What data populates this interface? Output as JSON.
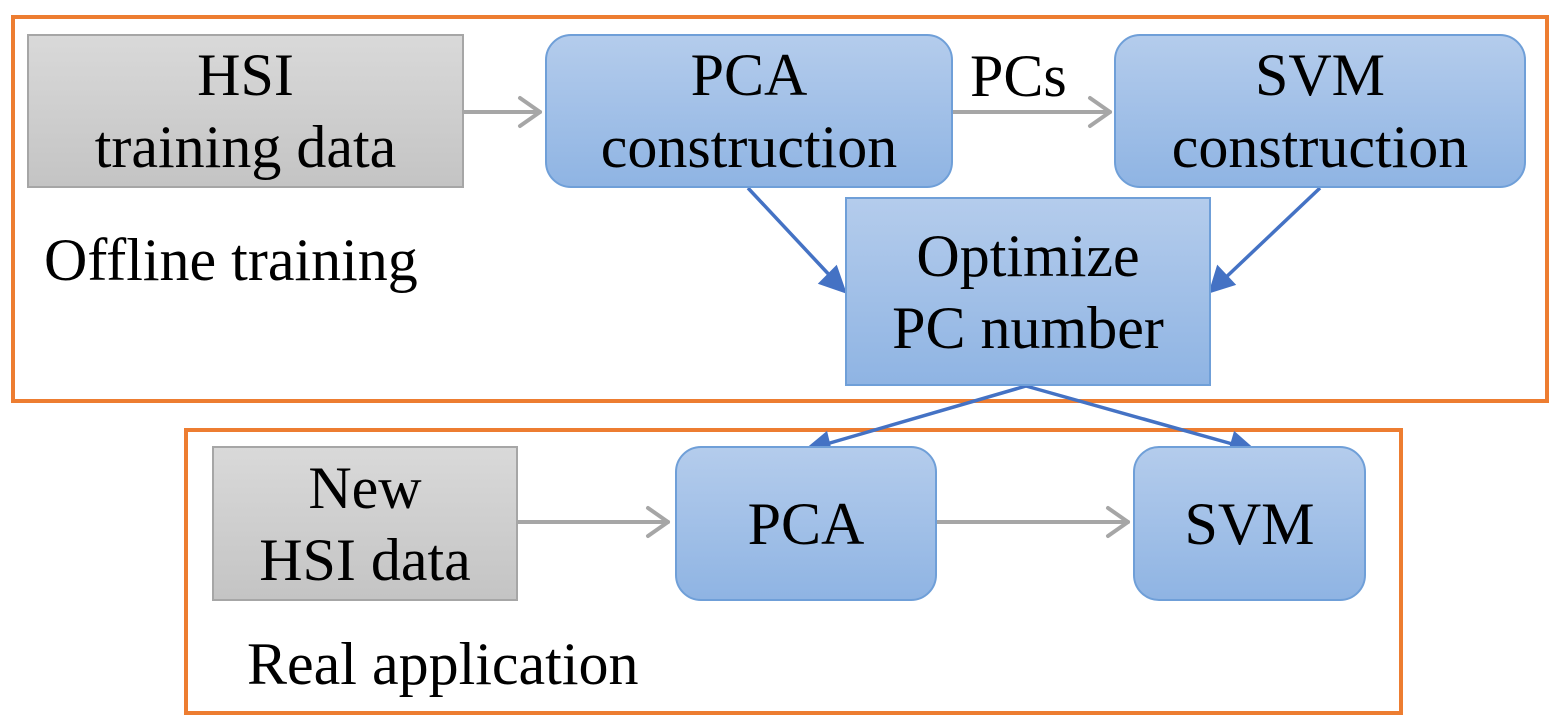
{
  "offline": {
    "label": "Offline training",
    "hsi_training": {
      "line1": "HSI",
      "line2": "training data"
    },
    "pca_construction": {
      "line1": "PCA",
      "line2": "construction"
    },
    "pcs_label": "PCs",
    "svm_construction": {
      "line1": "SVM",
      "line2": "construction"
    },
    "optimize": {
      "line1": "Optimize",
      "line2": "PC number"
    }
  },
  "realtime": {
    "label": "Real application",
    "new_hsi": {
      "line1": "New",
      "line2": "HSI data"
    },
    "pca": "PCA",
    "svm": "SVM"
  },
  "colors": {
    "frame": "#ed7d31",
    "gray_arrow": "#a6a6a6",
    "blue_arrow": "#4472c4",
    "blue_box": "#9dbde7",
    "gray_box": "#cfcfcf"
  }
}
